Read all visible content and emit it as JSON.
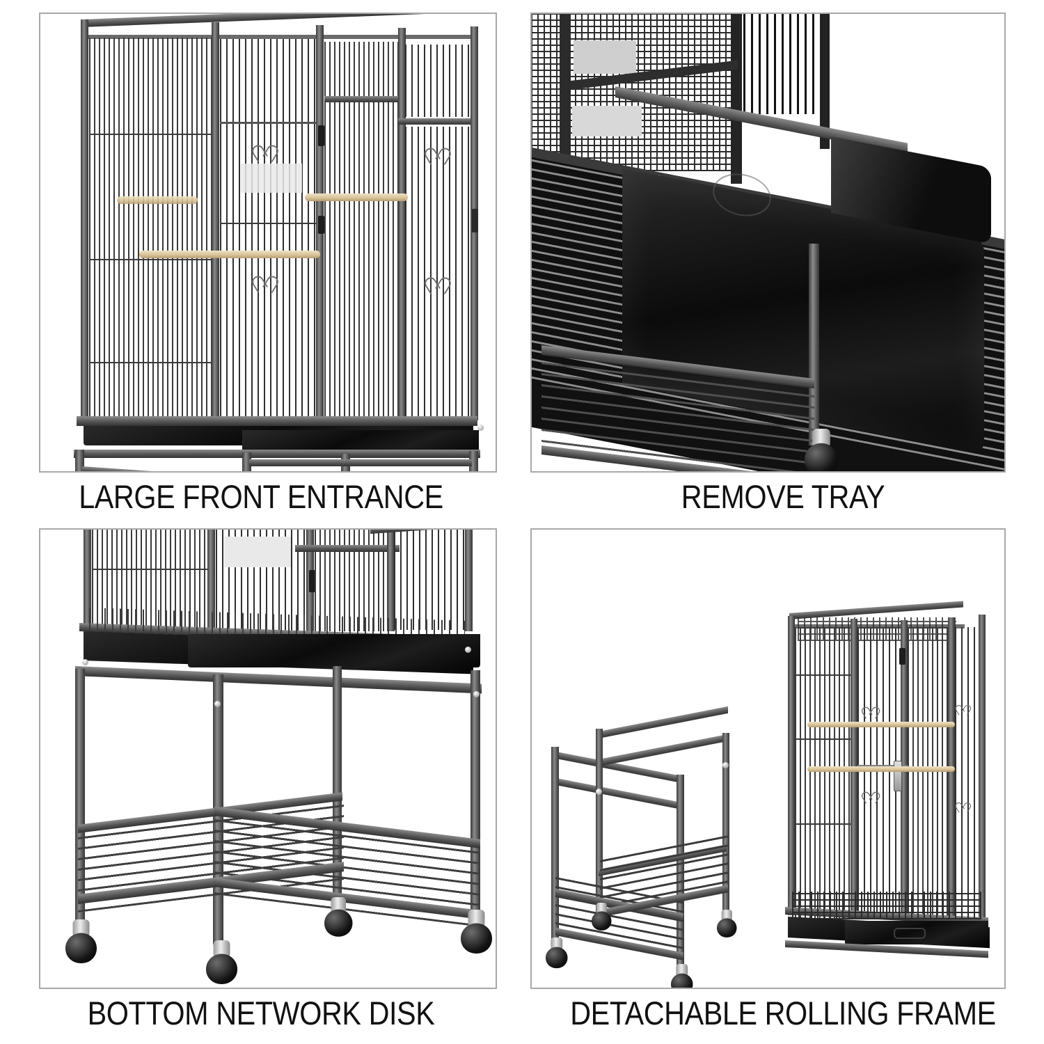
{
  "page": {
    "title": "Bird Cage Product Feature Grid",
    "background_color": "#ffffff",
    "layout": "2x2 feature panel grid",
    "panel_border_color": "#a8a8a8",
    "caption_color": "#111111"
  },
  "product": {
    "name": "Rolling Metal Bird Cage",
    "frame_color": "#4c4c4c",
    "frame_finish": "hammered gray",
    "tray_color": "#0b0b0b",
    "perch_color": "#d9c49a",
    "caster_color": "#b9b9b9"
  },
  "panels": [
    {
      "id": "large-front-entrance",
      "caption": "LARGE FRONT ENTRANCE",
      "position": "top-left",
      "subject": "full cage front view with large swing-open front door",
      "features": [
        "front door",
        "side door",
        "wooden perches",
        "heart hooks",
        "slide-out tray",
        "rolling stand"
      ]
    },
    {
      "id": "remove-tray",
      "caption": "REMOVE TRAY",
      "position": "top-right",
      "subject": "close-up of the black slide-out bottom tray being pulled out from under the wire grate",
      "features": [
        "slide-out tray",
        "wire grate floor",
        "mesh divider",
        "stand leg",
        "caster wheel"
      ]
    },
    {
      "id": "bottom-network-disk",
      "caption": "BOTTOM NETWORK DISK",
      "position": "bottom-left",
      "subject": "lower half of the cage on its stand showing the wire mesh bottom shelf",
      "features": [
        "wire mesh shelf",
        "four casters",
        "tray",
        "stand frame"
      ]
    },
    {
      "id": "detachable-rolling-frame",
      "caption": "DETACHABLE ROLLING FRAME",
      "position": "bottom-right",
      "subject": "cage separated from its rolling stand, shown side by side",
      "features": [
        "detached rolling stand",
        "cage body",
        "casters",
        "wire mesh shelf"
      ]
    }
  ]
}
